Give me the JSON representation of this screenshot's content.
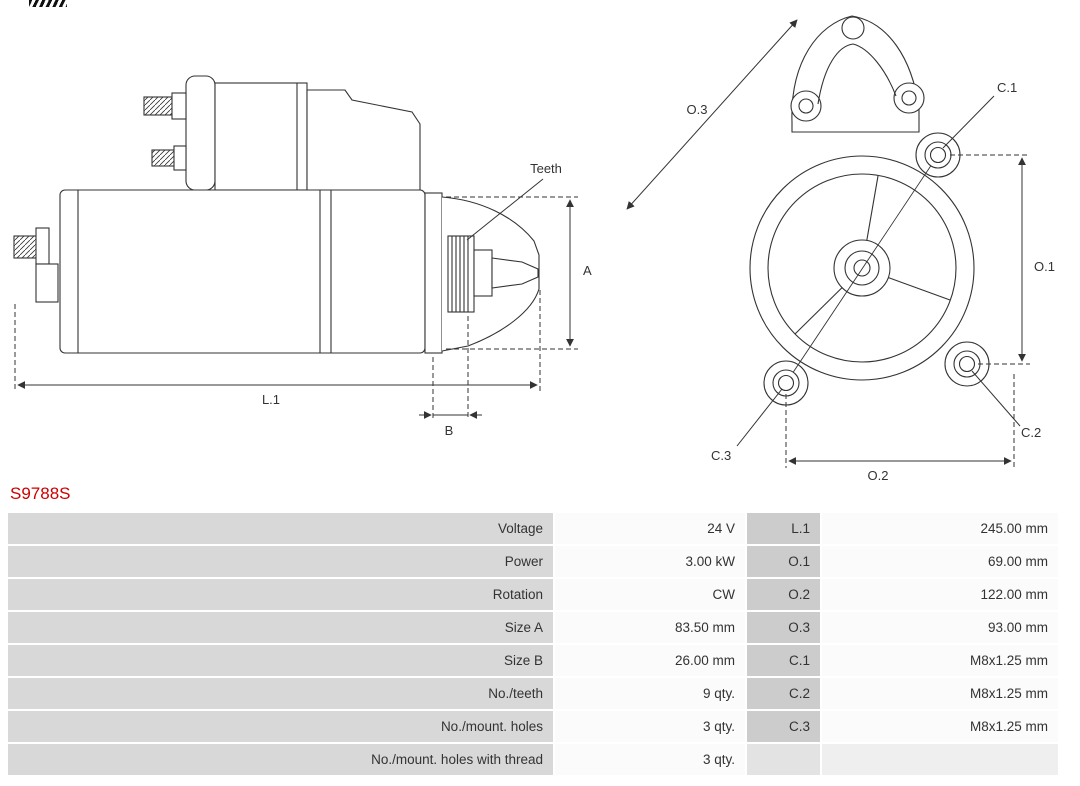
{
  "part_number": "S9788S",
  "colors": {
    "part_number_red": "#cc0000",
    "line": "#333333",
    "label_cell_bg": "#d8d8d8",
    "dim_cell_bg": "#cccccc",
    "value_cell_bg": "#fbfbfb"
  },
  "icons": {
    "logo_fragment": "striped-mark-top-left"
  },
  "diagram": {
    "side": {
      "teeth": "Teeth",
      "a": "A",
      "b": "B",
      "l1": "L.1"
    },
    "front": {
      "o1": "O.1",
      "o2": "O.2",
      "o3": "O.3",
      "c1": "C.1",
      "c2": "C.2",
      "c3": "C.3"
    }
  },
  "spec_table": {
    "rows": [
      {
        "name": "Voltage",
        "value": "24 V",
        "dim": "L.1",
        "dim_value": "245.00 mm"
      },
      {
        "name": "Power",
        "value": "3.00 kW",
        "dim": "O.1",
        "dim_value": "69.00 mm"
      },
      {
        "name": "Rotation",
        "value": "CW",
        "dim": "O.2",
        "dim_value": "122.00 mm"
      },
      {
        "name": "Size A",
        "value": "83.50 mm",
        "dim": "O.3",
        "dim_value": "93.00 mm"
      },
      {
        "name": "Size B",
        "value": "26.00 mm",
        "dim": "C.1",
        "dim_value": "M8x1.25 mm"
      },
      {
        "name": "No./teeth",
        "value": "9 qty.",
        "dim": "C.2",
        "dim_value": "M8x1.25 mm"
      },
      {
        "name": "No./mount. holes",
        "value": "3 qty.",
        "dim": "C.3",
        "dim_value": "M8x1.25 mm"
      },
      {
        "name": "No./mount. holes with thread",
        "value": "3 qty.",
        "dim": "",
        "dim_value": ""
      }
    ]
  }
}
